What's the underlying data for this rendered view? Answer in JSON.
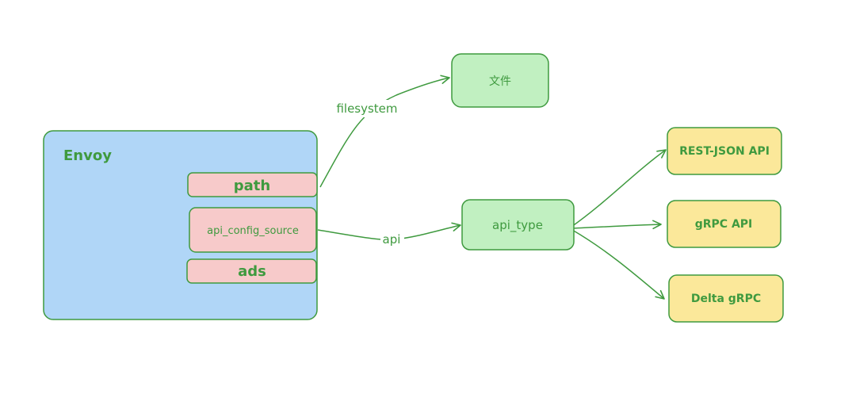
{
  "colors": {
    "stroke": "#3f9a3f",
    "text": "#3f9a3f",
    "envoy_fill": "#b0d6f7",
    "field_fill": "#f7caca",
    "green_fill": "#c1f0c1",
    "yellow_fill": "#fbe89a"
  },
  "nodes": {
    "envoy": "Envoy",
    "path": "path",
    "api_config_source": "api_config_source",
    "ads": "ads",
    "file": "文件",
    "api_type": "api_type",
    "rest_json": "REST-JSON API",
    "grpc": "gRPC API",
    "delta_grpc": "Delta gRPC"
  },
  "edges": {
    "filesystem": "filesystem",
    "api": "api"
  }
}
